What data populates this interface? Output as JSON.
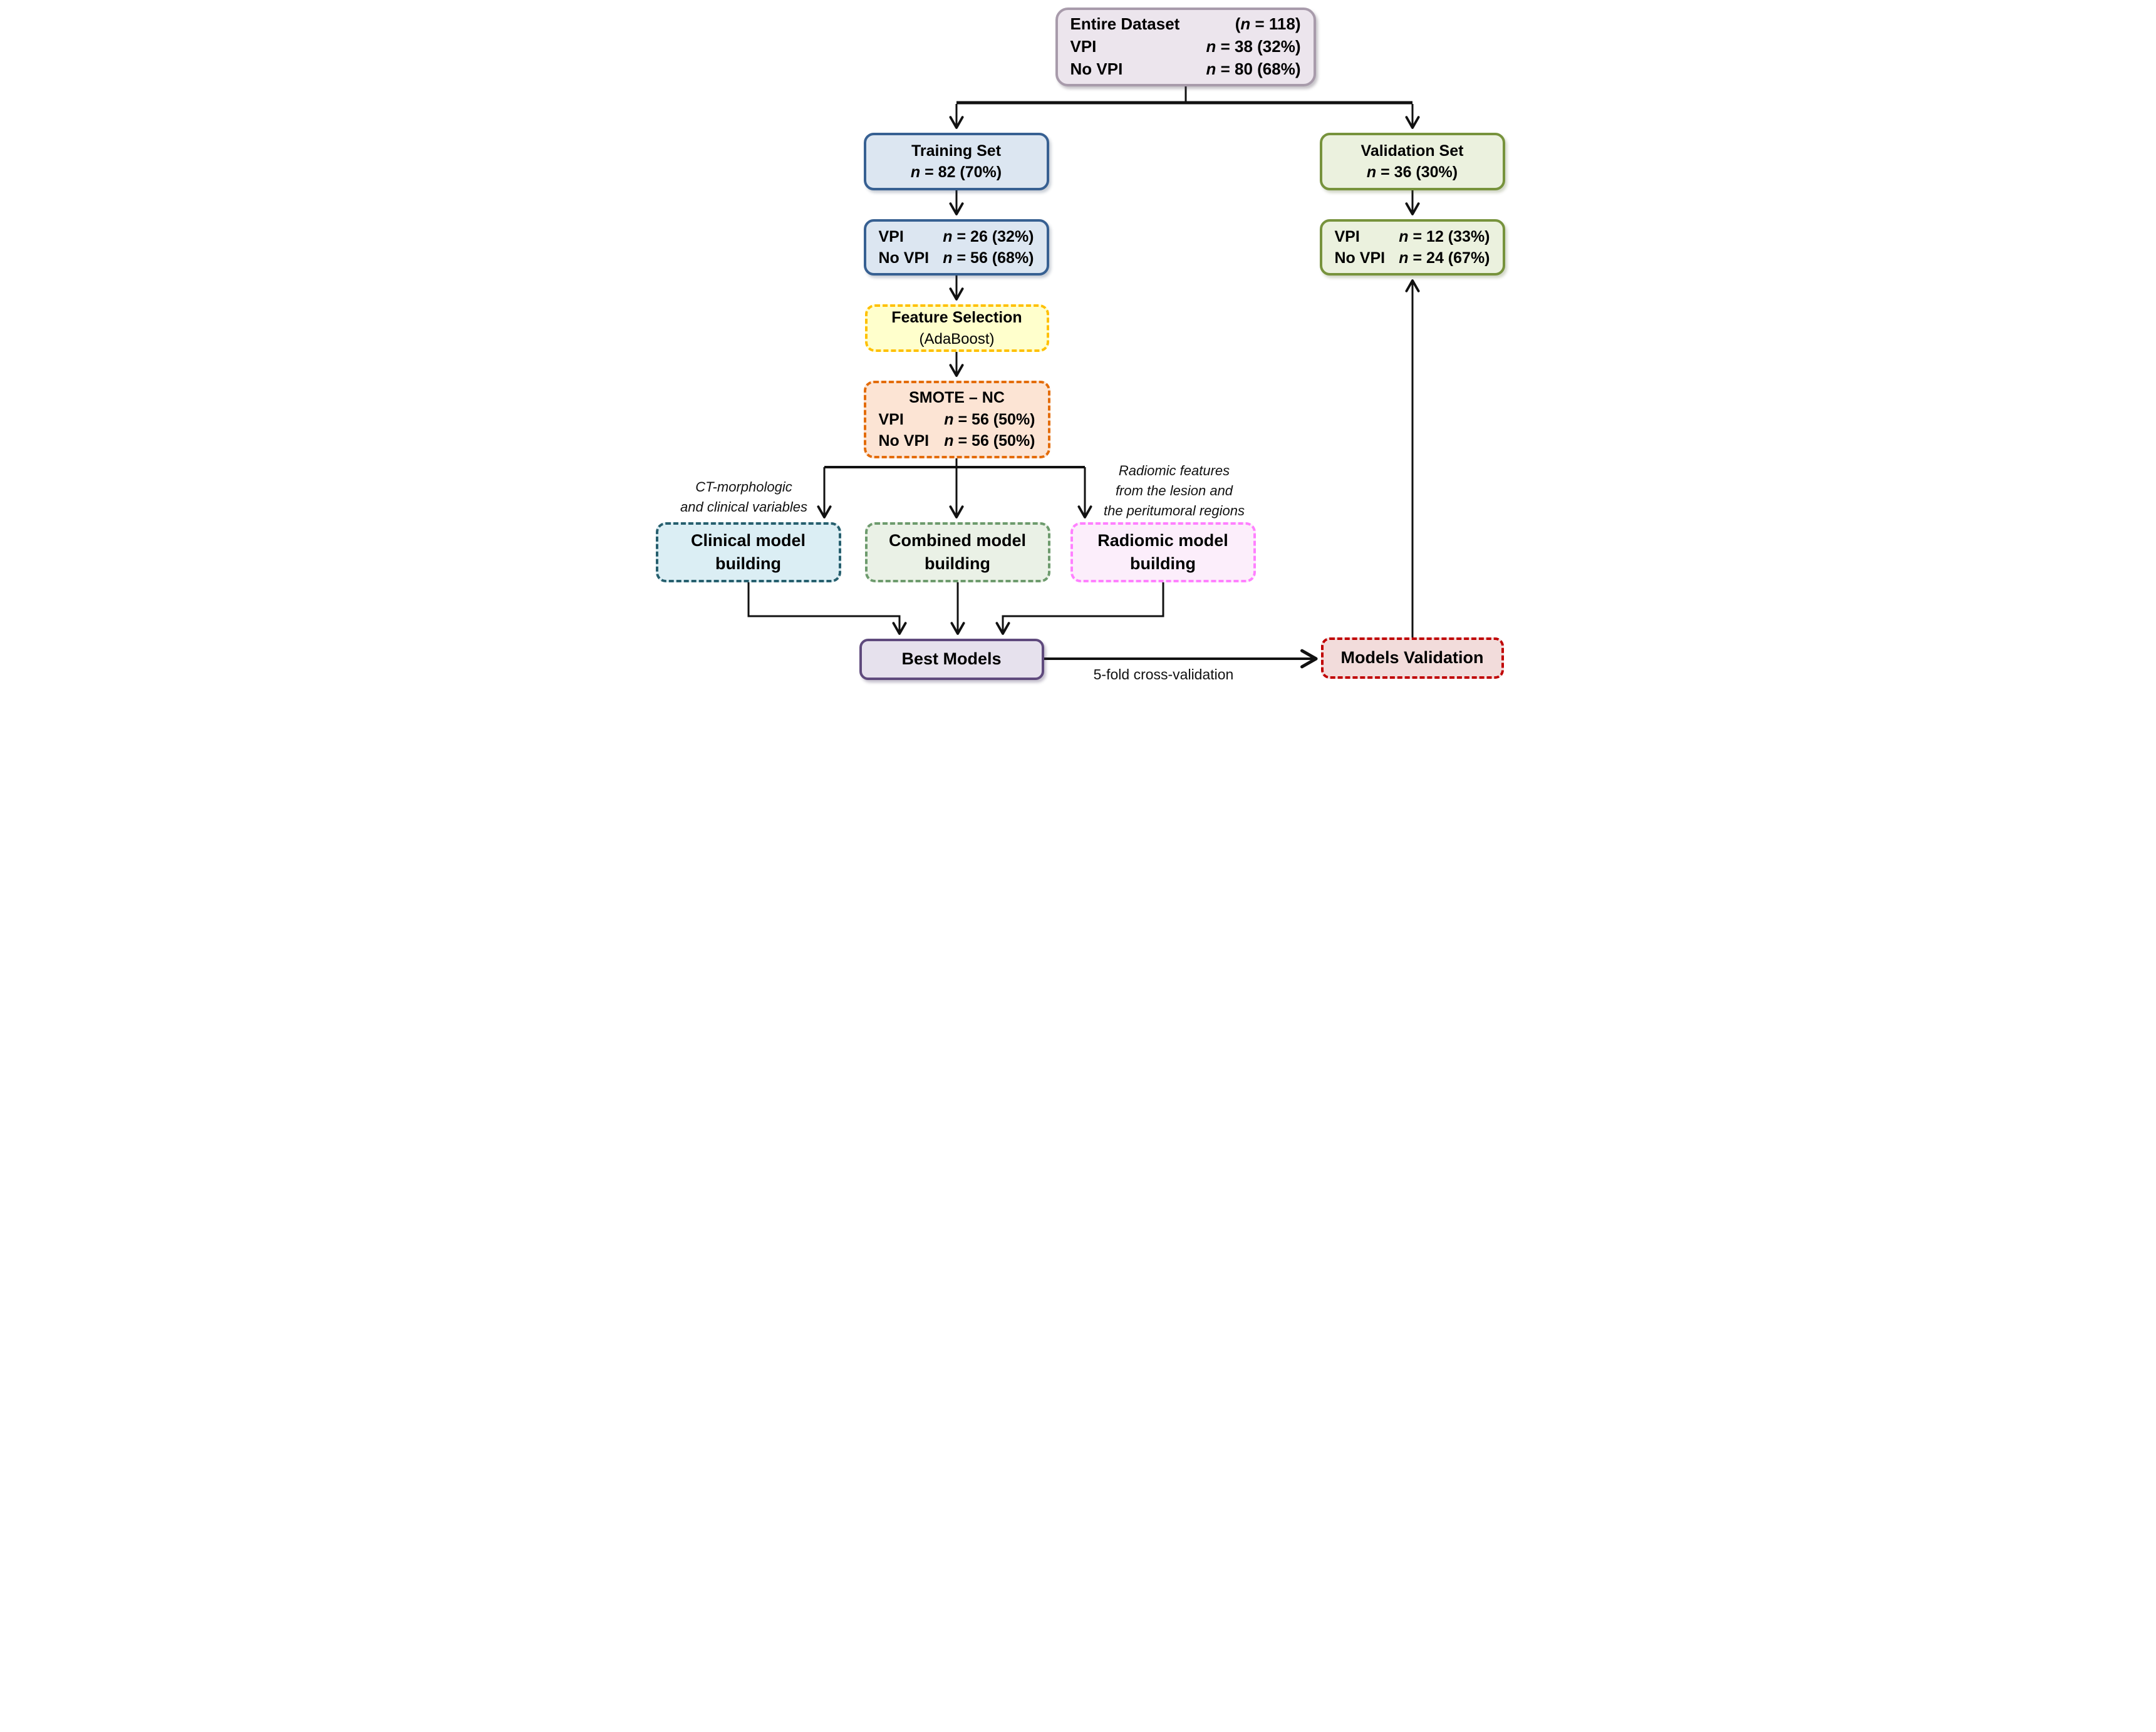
{
  "figure": {
    "type": "flowchart",
    "background": "#ffffff",
    "description": "Patient dataset split and model building workflow for VPI prediction"
  },
  "palette": {
    "entire_dataset": {
      "fill": "#ECE5ED",
      "border": "#A89BAB"
    },
    "training": {
      "fill": "#DCE6F1",
      "border": "#376092"
    },
    "validation": {
      "fill": "#EBF1DE",
      "border": "#77933C"
    },
    "feature_selection": {
      "fill": "#FFFFCC",
      "border": "#FFC000"
    },
    "smote": {
      "fill": "#FCE4D4",
      "border": "#E36C0A"
    },
    "clinical_model": {
      "fill": "#DBEEF4",
      "border": "#265F6E"
    },
    "combined_model": {
      "fill": "#EAF1E6",
      "border": "#6D9B6D"
    },
    "radiomic_model": {
      "fill": "#FCEEFB",
      "border": "#FF80FF"
    },
    "best_models": {
      "fill": "#E6E1ED",
      "border": "#5F4A7D"
    },
    "models_validation": {
      "fill": "#F2DCDB",
      "border": "#C00000"
    },
    "connector": "#111111"
  },
  "nodes": {
    "entire_dataset": {
      "title": "Entire Dataset",
      "n_prefix": "(",
      "n_var": "n",
      "n_suffix": " = 118)",
      "rows": [
        {
          "label": "VPI",
          "var": "n",
          "rest": " = 38 (32%)"
        },
        {
          "label": "No VPI",
          "var": "n",
          "rest": " = 80 (68%)"
        }
      ]
    },
    "training_set": {
      "title": "Training Set",
      "stat_var": "n",
      "stat_rest": " = 82 (70%)"
    },
    "training_vpi": {
      "rows": [
        {
          "label": "VPI",
          "var": "n",
          "rest": " = 26 (32%)"
        },
        {
          "label": "No VPI",
          "var": "n",
          "rest": " = 56 (68%)"
        }
      ]
    },
    "validation_set": {
      "title": "Validation Set",
      "stat_var": "n",
      "stat_rest": " = 36 (30%)"
    },
    "validation_vpi": {
      "rows": [
        {
          "label": "VPI",
          "var": "n",
          "rest": " = 12 (33%)"
        },
        {
          "label": "No VPI",
          "var": "n",
          "rest": " = 24 (67%)"
        }
      ]
    },
    "feature_selection": {
      "title": "Feature Selection",
      "subtitle": "(AdaBoost)"
    },
    "smote": {
      "title": "SMOTE – NC",
      "rows": [
        {
          "label": "VPI",
          "var": "n",
          "rest": " = 56 (50%)"
        },
        {
          "label": "No VPI",
          "var": "n",
          "rest": " = 56 (50%)"
        }
      ]
    },
    "clinical_model": {
      "line1": "Clinical model",
      "line2": "building"
    },
    "combined_model": {
      "line1": "Combined model",
      "line2": "building"
    },
    "radiomic_model": {
      "line1": "Radiomic model",
      "line2": "building"
    },
    "best_models": {
      "title": "Best Models"
    },
    "models_validation": {
      "title": "Models Validation"
    }
  },
  "annotations": {
    "clinical_note": {
      "line1": "CT-morphologic",
      "line2": "and clinical variables"
    },
    "radiomic_note": {
      "line1": "Radiomic features",
      "line2": "from the lesion and",
      "line3": "the peritumoral regions"
    },
    "cross_validation_label": "5-fold cross-validation"
  }
}
